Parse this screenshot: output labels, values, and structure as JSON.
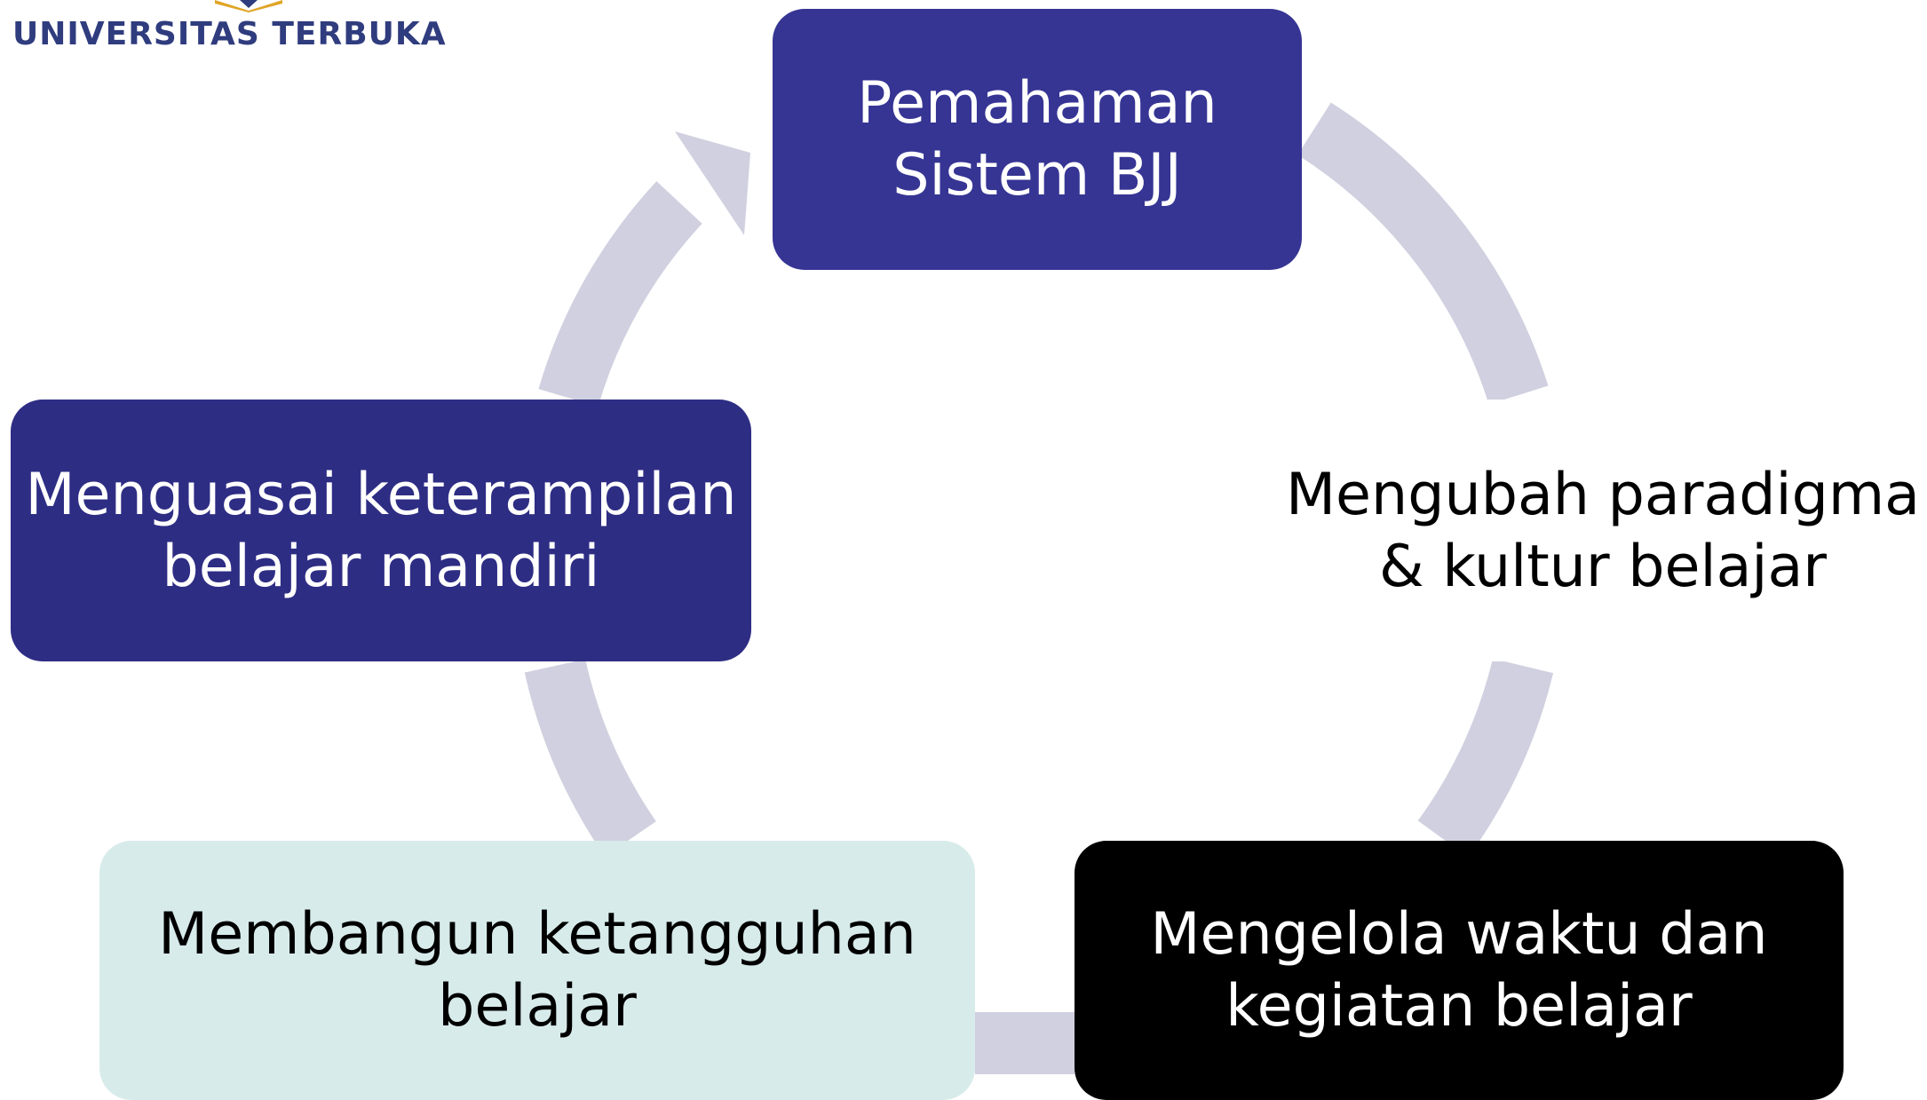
{
  "logo": {
    "text": "UNIVERSITAS TERBUKA",
    "text_color": "#2f3c7e",
    "emblem_color": "#e0a526"
  },
  "colors": {
    "arrow": "#d0d0e0",
    "node_dark_blue": "#363594",
    "node_navy": "#2e2d84",
    "node_light": "#d8ebeb",
    "node_black": "#000000"
  },
  "cycle": {
    "nodes": {
      "top": "Pemahaman\nSistem BJJ",
      "right": "Mengubah paradigma\n& kultur belajar",
      "bottom_right": "Mengelola waktu dan\nkegiatan belajar",
      "bottom_left": "Membangun ketangguhan\nbelajar",
      "left": "Menguasai keterampilan\nbelajar mandiri"
    }
  }
}
